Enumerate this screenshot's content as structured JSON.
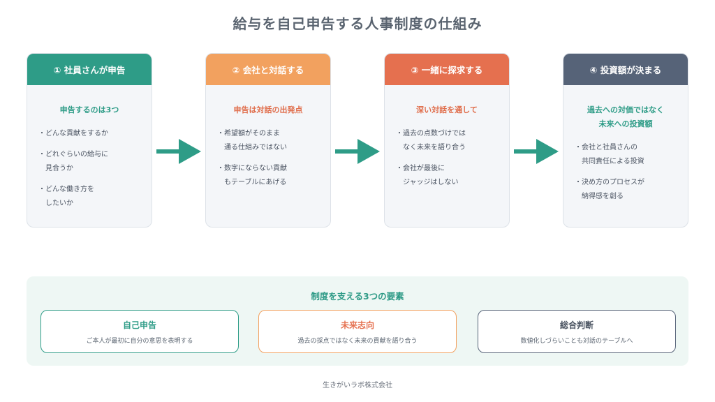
{
  "title": "給与を自己申告する人事制度の仕組み",
  "steps": [
    {
      "heading": "① 社員さんが申告",
      "subheading": "申告するのは3つ",
      "color": "#2e9c87",
      "items": [
        "・どんな貢献をするか",
        "・どれぐらいの給与に\n　見合うか",
        "・どんな働き方を\n　したいか"
      ]
    },
    {
      "heading": "② 会社と対話する",
      "subheading": "申告は対話の出発点",
      "color": "#f2a15f",
      "sub_color": "#e06e4c",
      "items": [
        "・希望額がそのまま\n　通る仕組みではない",
        "・数字にならない貢献\n　もテーブルにあげる"
      ]
    },
    {
      "heading": "③ 一緒に探求する",
      "subheading": "深い対話を通して",
      "color": "#e5704f",
      "items": [
        "・過去の点数づけでは\n　なく未来を語り合う",
        "・会社が最後に\n　ジャッジはしない"
      ]
    },
    {
      "heading": "④ 投資額が決まる",
      "subheading": "過去への対価ではなく\n未来への投資額",
      "color": "#566378",
      "sub_color": "#2e9c87",
      "items": [
        "・会社と社員さんの\n　共同責任による投資",
        "・決め方のプロセスが\n　納得感を創る"
      ]
    }
  ],
  "arrow_color": "#2e9c87",
  "elements_panel": {
    "title": "制度を支える3つの要素",
    "elements": [
      {
        "name": "自己申告",
        "description": "ご本人が最初に自分の意思を表明する",
        "color": "#2e9c87"
      },
      {
        "name": "未来志向",
        "description": "過去の採点ではなく未来の貢献を語り合う",
        "color": "#e5704f",
        "border": "#f2a15f"
      },
      {
        "name": "総合判断",
        "description": "数値化しづらいことも対話のテーブルへ",
        "color": "#4a5361",
        "border": "#566378"
      }
    ]
  },
  "footer": "生きがいラボ株式会社"
}
